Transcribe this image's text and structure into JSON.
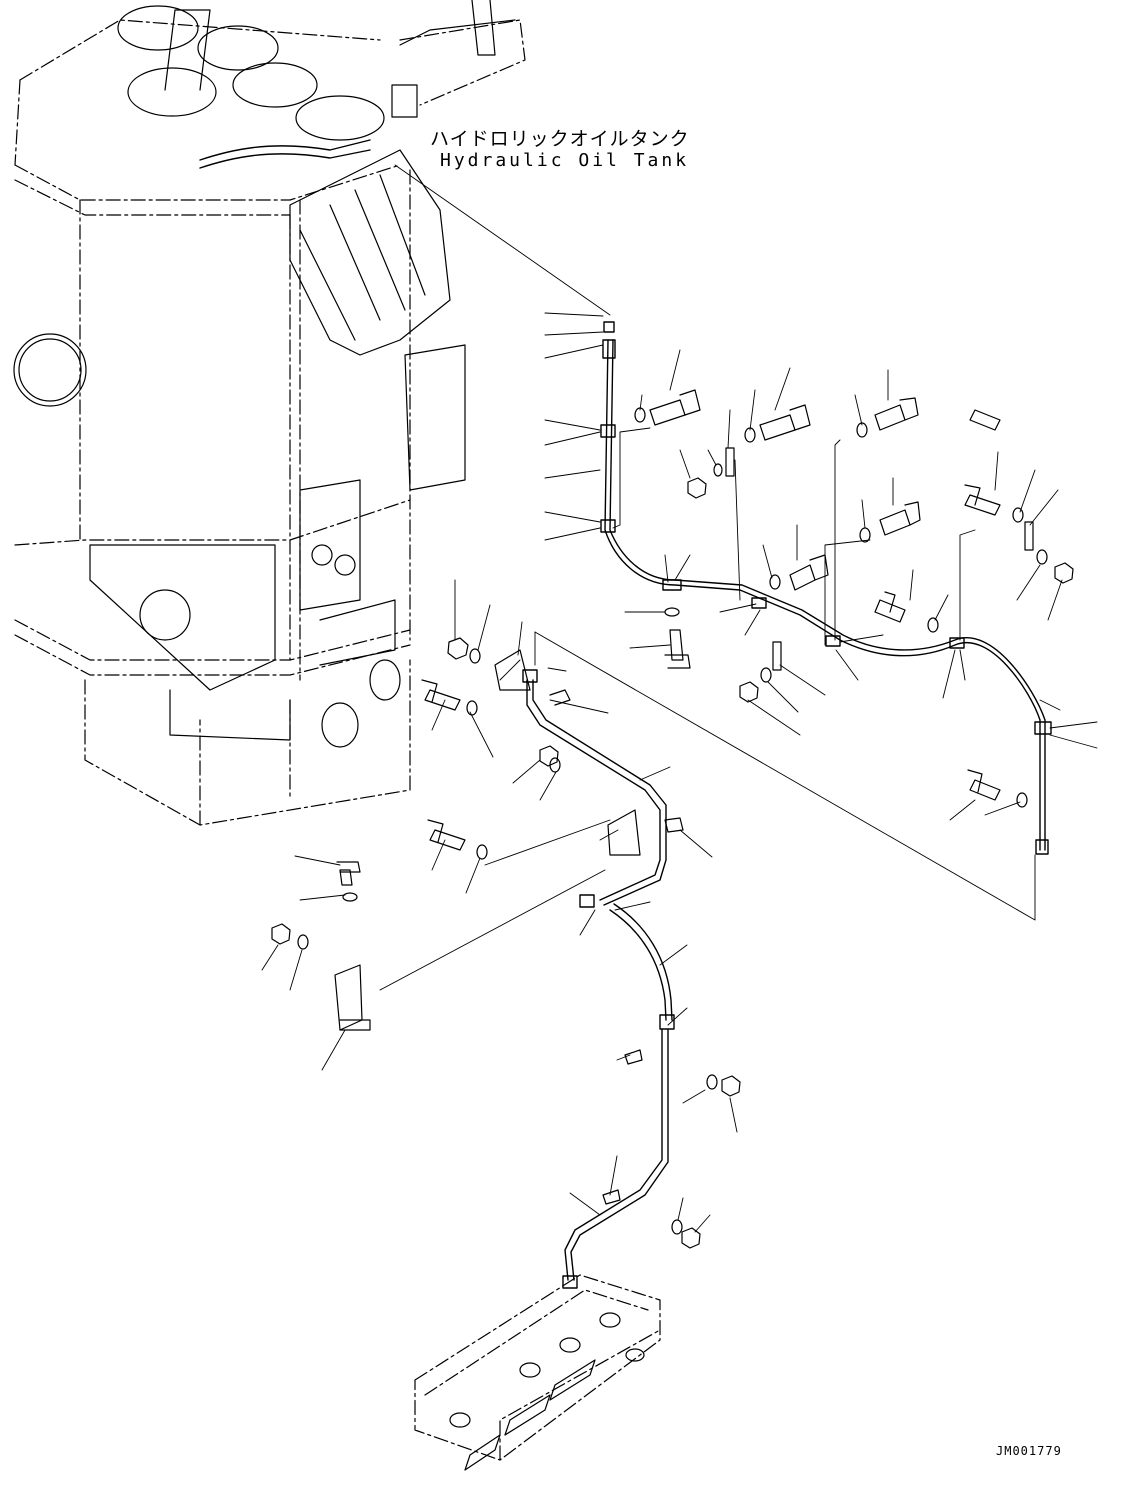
{
  "labels": {
    "title_jp": "ハイドロリックオイルタンク",
    "title_en": "Hydraulic Oil Tank",
    "figure_code": "JM001779"
  },
  "colors": {
    "line": "#000000",
    "background": "#ffffff"
  }
}
